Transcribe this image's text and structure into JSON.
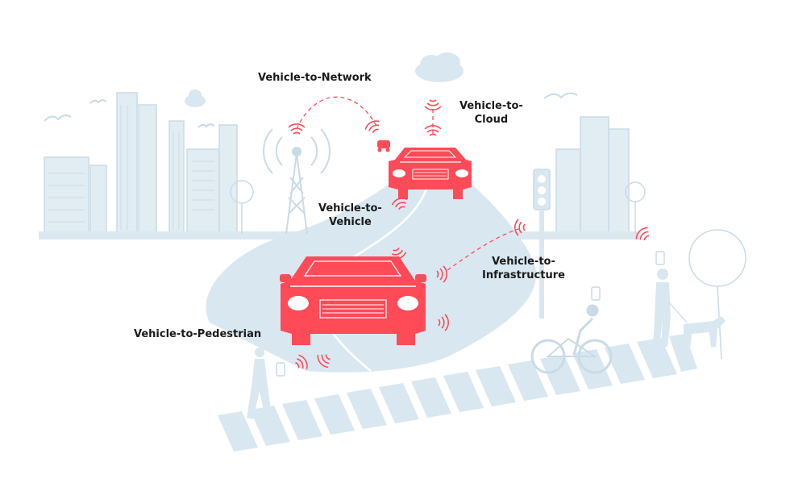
{
  "labels": {
    "v2n": "Vehicle-to-Network",
    "v2c_line1": "Vehicle-to-",
    "v2c_line2": "Cloud",
    "v2v_line1": "Vehicle-to-",
    "v2v_line2": "Vehicle",
    "v2i_line1": "Vehicle-to-",
    "v2i_line2": "Infrastructure",
    "v2p": "Vehicle-to-Pedestrian"
  },
  "colors": {
    "accent": "#ff4a57",
    "scene": "#d9e7f0",
    "scene_dark": "#c5d8e6",
    "text": "#1a1a1a"
  },
  "icons": [
    "cell-tower-icon",
    "cloud-icon",
    "traffic-light-icon",
    "car-icon",
    "wifi-signal-icon",
    "pedestrian-icon",
    "cyclist-icon",
    "dog-walker-icon",
    "tree-icon",
    "bird-icon",
    "smartphone-icon",
    "drone-car-icon"
  ]
}
